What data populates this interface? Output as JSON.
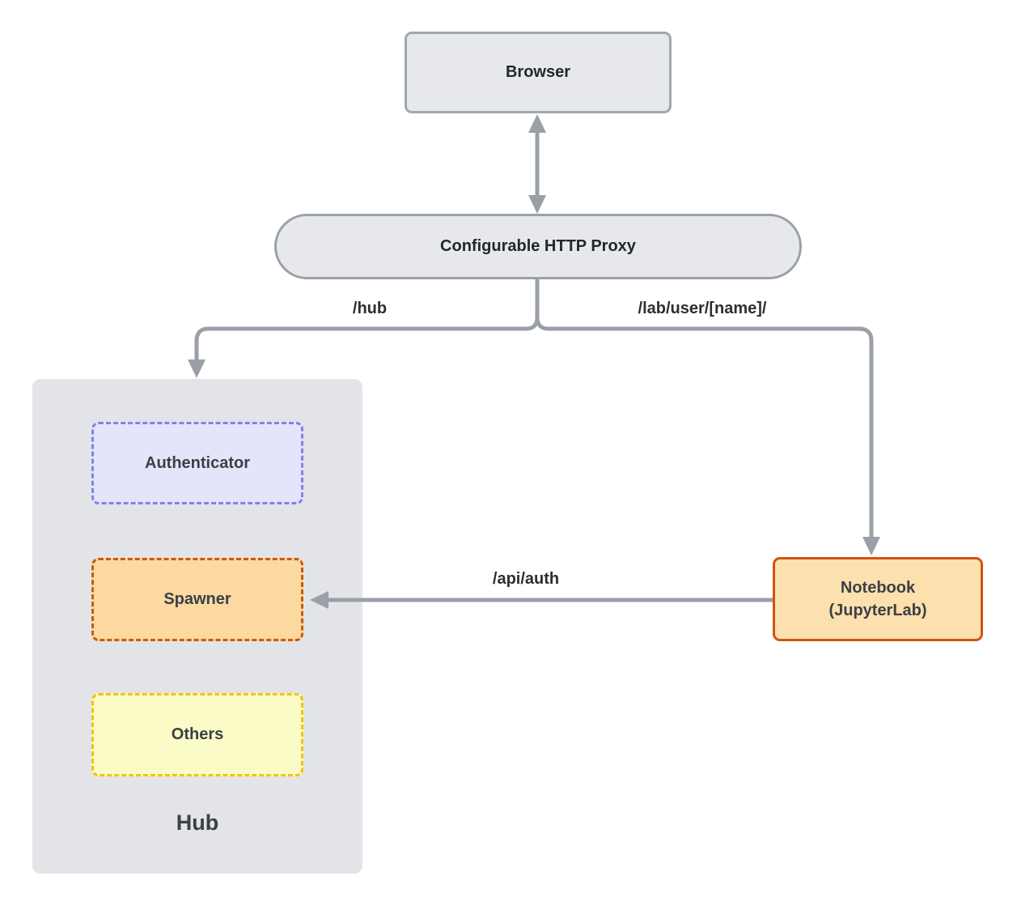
{
  "nodes": {
    "browser": {
      "label": "Browser",
      "fill": "#e6e8eb",
      "border": "#a0a7ae"
    },
    "proxy": {
      "label": "Configurable HTTP Proxy",
      "fill": "#e6e8eb",
      "border": "#9aa1a8"
    },
    "hub": {
      "label": "Hub",
      "fill": "#e2e4e8"
    },
    "authenticator": {
      "label": "Authenticator",
      "fill": "#e4e4fb",
      "border": "#7f83f0"
    },
    "spawner": {
      "label": "Spawner",
      "fill": "#fbd9a1",
      "border": "#cb5a10"
    },
    "others": {
      "label": "Others",
      "fill": "#fafbc6",
      "border": "#f2c40e"
    },
    "notebook": {
      "label_line1": "Notebook",
      "label_line2": "(JupyterLab)",
      "fill": "#fce0ae",
      "border": "#d2540e"
    }
  },
  "edges": {
    "connector_color": "#9aa0a8",
    "browser_proxy": {
      "type": "bidirectional-arrow"
    },
    "hub_path": {
      "label": "/hub"
    },
    "lab_path": {
      "label": "/lab/user/[name]/"
    },
    "api_auth": {
      "label": "/api/auth"
    }
  },
  "text_colors": {
    "gray_nodes": "#23272c",
    "inner_nodes": "#3b4046",
    "edge_labels": "#2b2f34"
  }
}
